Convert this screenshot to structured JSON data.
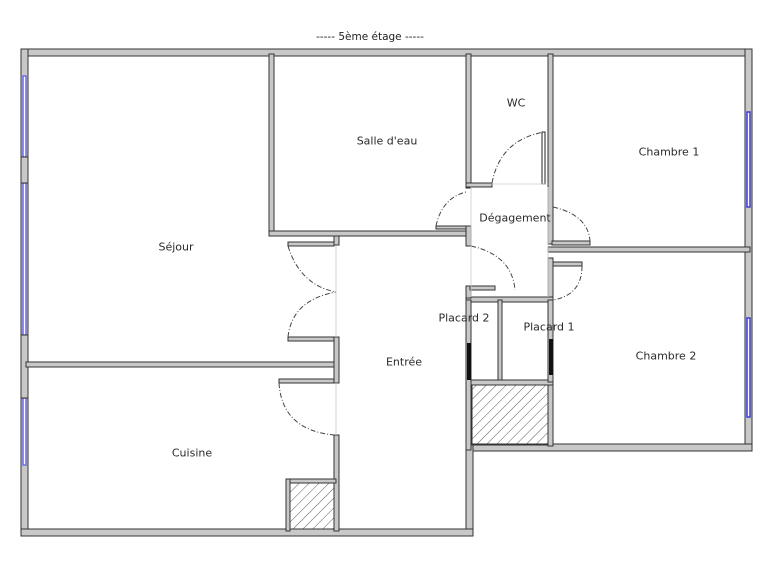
{
  "title": "-----  5ème étage  -----",
  "rooms": [
    {
      "id": "sejour",
      "label": "Séjour"
    },
    {
      "id": "salle-deau",
      "label": "Salle d'eau"
    },
    {
      "id": "wc",
      "label": "WC"
    },
    {
      "id": "chambre-1",
      "label": "Chambre 1"
    },
    {
      "id": "degagement",
      "label": "Dégagement"
    },
    {
      "id": "placard-2",
      "label": "Placard 2"
    },
    {
      "id": "placard-1",
      "label": "Placard 1"
    },
    {
      "id": "entree",
      "label": "Entrée"
    },
    {
      "id": "chambre-2",
      "label": "Chambre 2"
    },
    {
      "id": "cuisine",
      "label": "Cuisine"
    }
  ],
  "colors": {
    "wall_fill": "#c8c8c8",
    "wall_stroke": "#333333",
    "window": "#3a3adf",
    "door_arc": "#444444",
    "hatch": "#333333"
  }
}
